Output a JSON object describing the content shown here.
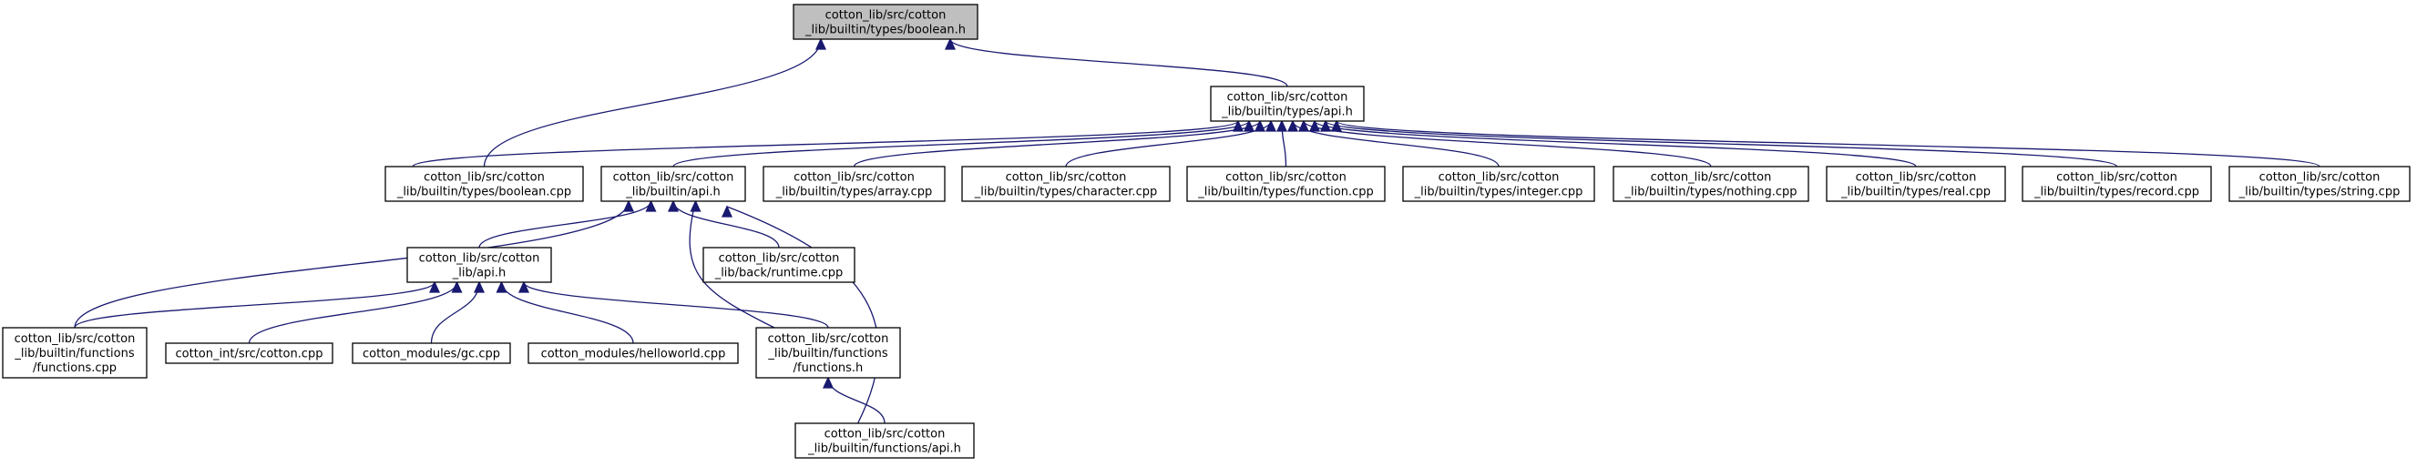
{
  "colors": {
    "edge": "#191970",
    "node_fill": "#ffffff",
    "root_fill": "#bfbfbf",
    "border": "#000000"
  },
  "nodes": [
    {
      "id": "boolean_h",
      "lines": [
        "cotton_lib/src/cotton",
        "_lib/builtin/types/boolean.h"
      ],
      "root": true
    },
    {
      "id": "types_api_h",
      "lines": [
        "cotton_lib/src/cotton",
        "_lib/builtin/types/api.h"
      ]
    },
    {
      "id": "boolean_cpp",
      "lines": [
        "cotton_lib/src/cotton",
        "_lib/builtin/types/boolean.cpp"
      ]
    },
    {
      "id": "builtin_api_h",
      "lines": [
        "cotton_lib/src/cotton",
        "_lib/builtin/api.h"
      ]
    },
    {
      "id": "array_cpp",
      "lines": [
        "cotton_lib/src/cotton",
        "_lib/builtin/types/array.cpp"
      ]
    },
    {
      "id": "character_cpp",
      "lines": [
        "cotton_lib/src/cotton",
        "_lib/builtin/types/character.cpp"
      ]
    },
    {
      "id": "function_cpp",
      "lines": [
        "cotton_lib/src/cotton",
        "_lib/builtin/types/function.cpp"
      ]
    },
    {
      "id": "integer_cpp",
      "lines": [
        "cotton_lib/src/cotton",
        "_lib/builtin/types/integer.cpp"
      ]
    },
    {
      "id": "nothing_cpp",
      "lines": [
        "cotton_lib/src/cotton",
        "_lib/builtin/types/nothing.cpp"
      ]
    },
    {
      "id": "real_cpp",
      "lines": [
        "cotton_lib/src/cotton",
        "_lib/builtin/types/real.cpp"
      ]
    },
    {
      "id": "record_cpp",
      "lines": [
        "cotton_lib/src/cotton",
        "_lib/builtin/types/record.cpp"
      ]
    },
    {
      "id": "string_cpp",
      "lines": [
        "cotton_lib/src/cotton",
        "_lib/builtin/types/string.cpp"
      ]
    },
    {
      "id": "lib_api_h",
      "lines": [
        "cotton_lib/src/cotton",
        "_lib/api.h"
      ]
    },
    {
      "id": "runtime_cpp",
      "lines": [
        "cotton_lib/src/cotton",
        "_lib/back/runtime.cpp"
      ]
    },
    {
      "id": "functions_cpp",
      "lines": [
        "cotton_lib/src/cotton",
        "_lib/builtin/functions",
        "/functions.cpp"
      ]
    },
    {
      "id": "cotton_cpp",
      "lines": [
        "cotton_int/src/cotton.cpp"
      ]
    },
    {
      "id": "gc_cpp",
      "lines": [
        "cotton_modules/gc.cpp"
      ]
    },
    {
      "id": "helloworld_cpp",
      "lines": [
        "cotton_modules/helloworld.cpp"
      ]
    },
    {
      "id": "functions_h",
      "lines": [
        "cotton_lib/src/cotton",
        "_lib/builtin/functions",
        "/functions.h"
      ]
    },
    {
      "id": "functions_api_h",
      "lines": [
        "cotton_lib/src/cotton",
        "_lib/builtin/functions/api.h"
      ]
    }
  ],
  "edges": [
    {
      "from": "boolean_cpp",
      "to": "boolean_h"
    },
    {
      "from": "types_api_h",
      "to": "boolean_h"
    },
    {
      "from": "boolean_cpp",
      "to": "types_api_h"
    },
    {
      "from": "builtin_api_h",
      "to": "types_api_h"
    },
    {
      "from": "array_cpp",
      "to": "types_api_h"
    },
    {
      "from": "character_cpp",
      "to": "types_api_h"
    },
    {
      "from": "function_cpp",
      "to": "types_api_h"
    },
    {
      "from": "integer_cpp",
      "to": "types_api_h"
    },
    {
      "from": "nothing_cpp",
      "to": "types_api_h"
    },
    {
      "from": "real_cpp",
      "to": "types_api_h"
    },
    {
      "from": "record_cpp",
      "to": "types_api_h"
    },
    {
      "from": "string_cpp",
      "to": "types_api_h"
    },
    {
      "from": "functions_cpp",
      "to": "builtin_api_h"
    },
    {
      "from": "lib_api_h",
      "to": "builtin_api_h"
    },
    {
      "from": "functions_h",
      "to": "builtin_api_h"
    },
    {
      "from": "runtime_cpp",
      "to": "builtin_api_h"
    },
    {
      "from": "functions_api_h",
      "to": "builtin_api_h"
    },
    {
      "from": "functions_cpp",
      "to": "lib_api_h"
    },
    {
      "from": "cotton_cpp",
      "to": "lib_api_h"
    },
    {
      "from": "gc_cpp",
      "to": "lib_api_h"
    },
    {
      "from": "helloworld_cpp",
      "to": "lib_api_h"
    },
    {
      "from": "functions_h",
      "to": "lib_api_h"
    },
    {
      "from": "functions_api_h",
      "to": "functions_h"
    }
  ]
}
